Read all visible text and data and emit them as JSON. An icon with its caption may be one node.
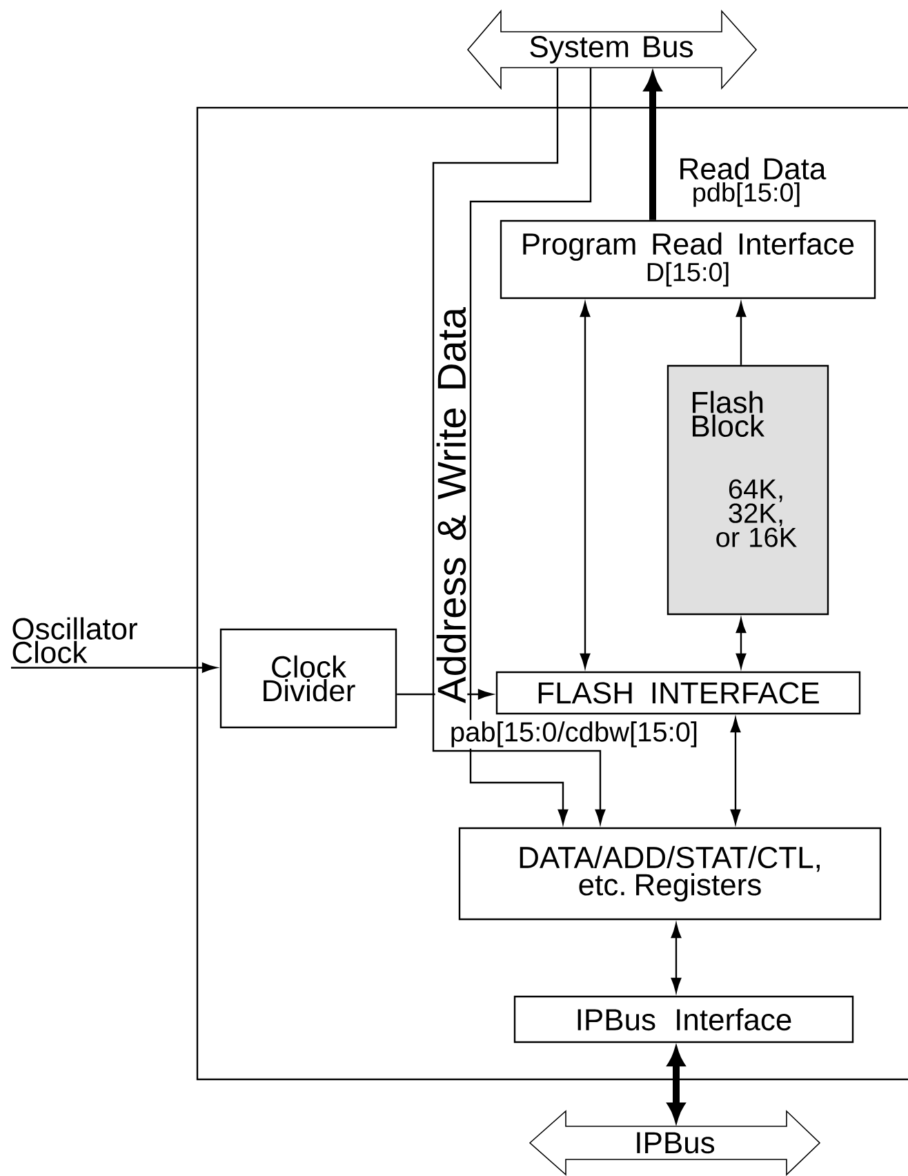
{
  "diagram": {
    "nodes": [
      {
        "text": [
          "System Bus"
        ]
      },
      {
        "text": [
          "Program Read Interface",
          "D[15:0]"
        ]
      },
      {
        "text": [
          "Flash Block",
          "64K, 32K, or 16K"
        ]
      },
      {
        "text": [
          "Oscillator Clock"
        ]
      },
      {
        "text": [
          "Clock Divider"
        ]
      },
      {
        "text": [
          "FLASH INTERFACE"
        ]
      },
      {
        "text": [
          "DATA/ADD/STAT/CTL, etc. Registers"
        ]
      },
      {
        "text": [
          "IPBus Interface"
        ]
      },
      {
        "text": [
          "IPBus"
        ]
      }
    ],
    "edges": [
      {
        "from": 1,
        "to": 0,
        "arrow": "to",
        "label": "Read Data",
        "style": "thick"
      },
      {
        "from": 0,
        "to": 6,
        "arrow": "to",
        "label": "Address & Write Data"
      },
      {
        "from": 0,
        "to": 6,
        "arrow": "to",
        "label": "pab[15:0/cdbw[15:0]"
      },
      {
        "from": 1,
        "to": 5,
        "arrow": "both"
      },
      {
        "from": 2,
        "to": 1,
        "arrow": "to"
      },
      {
        "from": 2,
        "to": 5,
        "arrow": "both"
      },
      {
        "from": 3,
        "to": 4,
        "arrow": "to"
      },
      {
        "from": 4,
        "to": 5,
        "arrow": "to"
      },
      {
        "from": 5,
        "to": 6,
        "arrow": "both"
      },
      {
        "from": 6,
        "to": 7,
        "arrow": "both"
      },
      {
        "from": 7,
        "to": 8,
        "arrow": "both",
        "style": "thick"
      }
    ],
    "labels": [
      "pdb[15:0]"
    ]
  }
}
